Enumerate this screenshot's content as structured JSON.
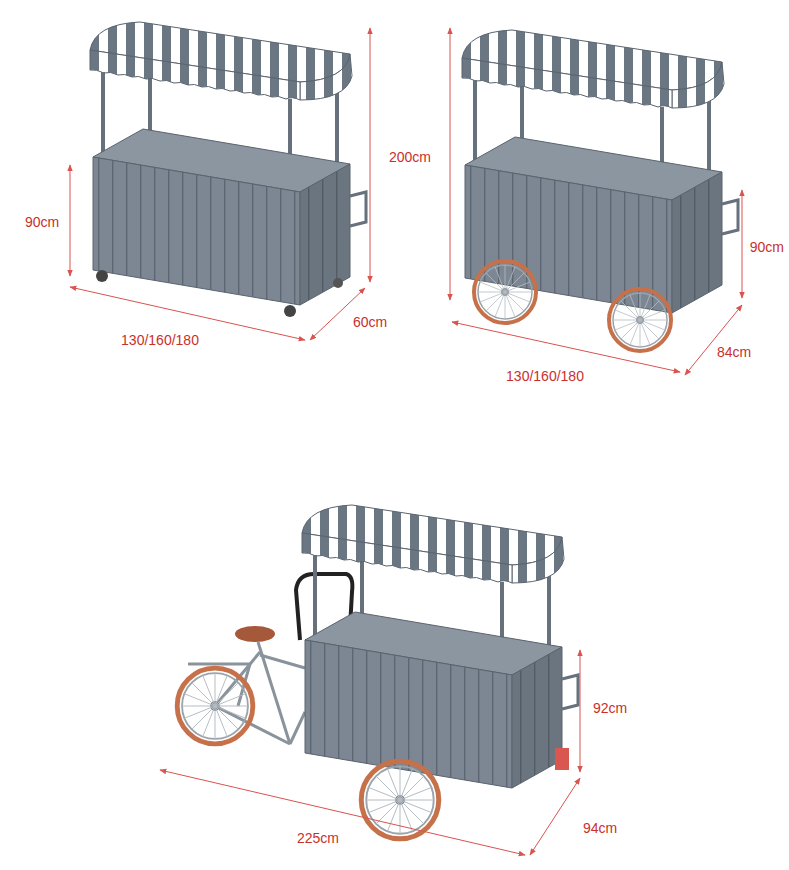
{
  "diagram": {
    "labels": [
      "90cm",
      "200cm",
      "130/160/180",
      "60cm",
      "90cm",
      "130/160/180",
      "84cm",
      "92cm",
      "225cm",
      "94cm"
    ]
  }
}
